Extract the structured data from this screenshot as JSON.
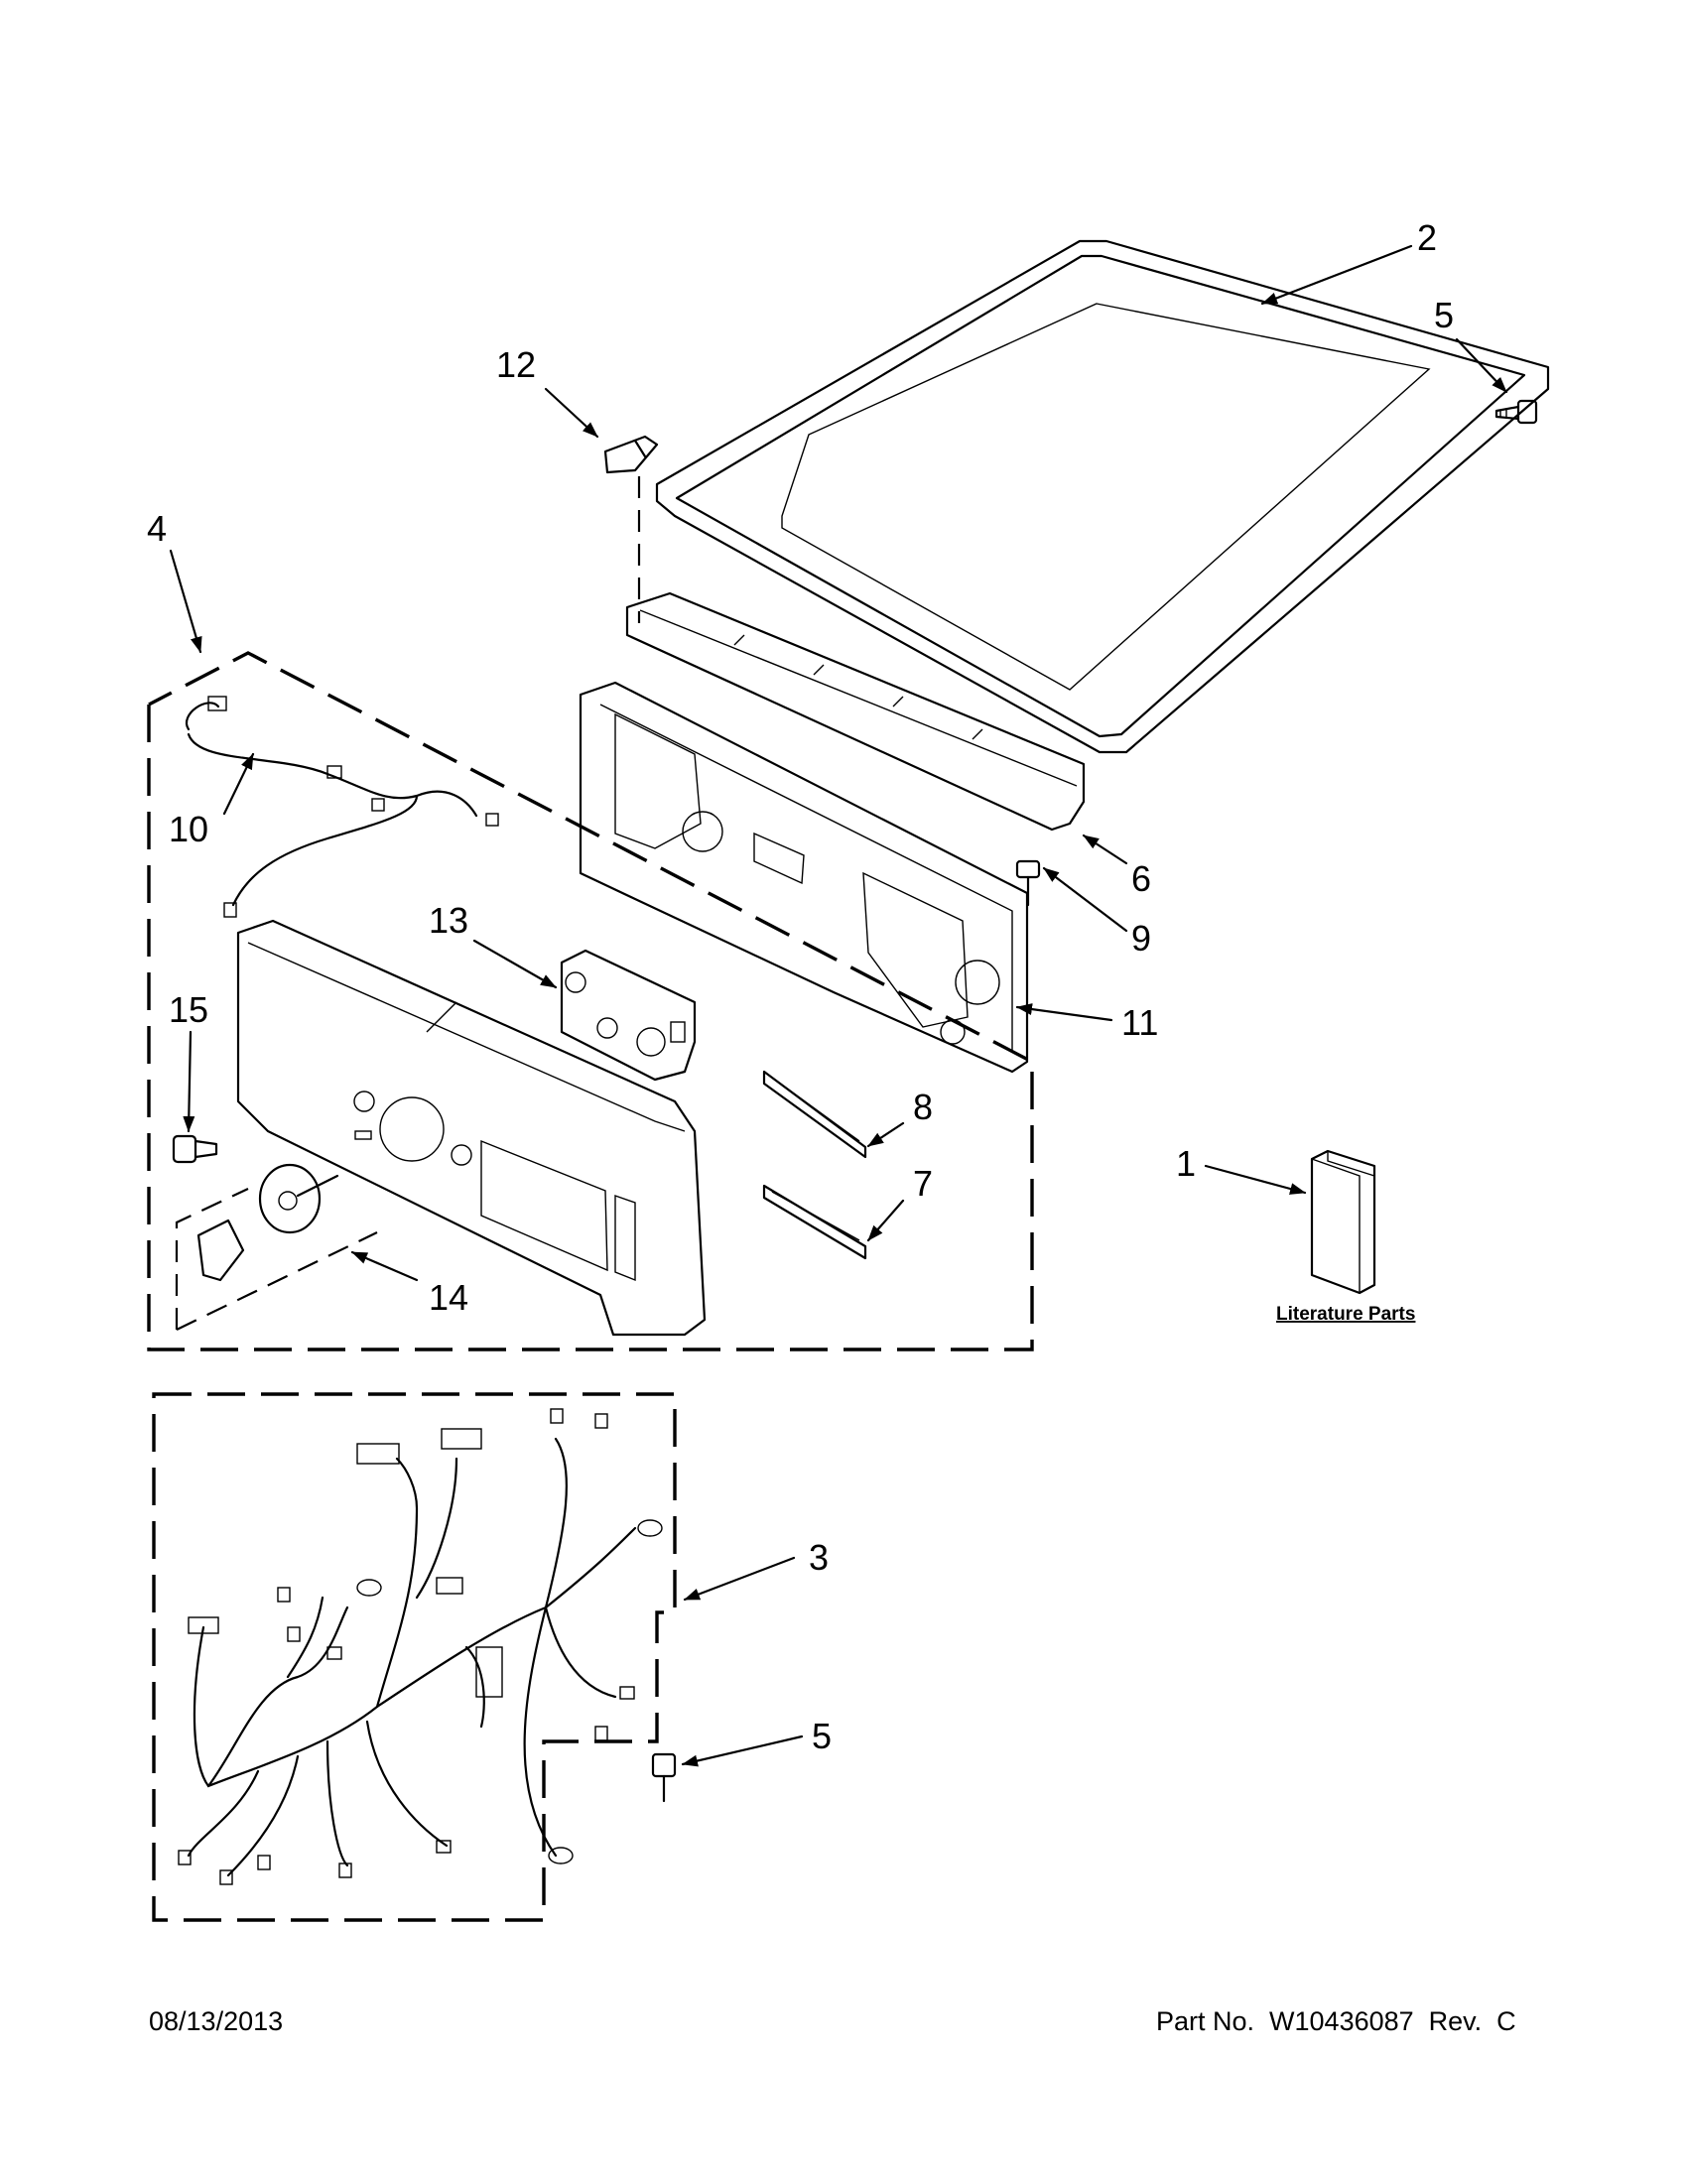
{
  "callouts": {
    "c1": "1",
    "c2": "2",
    "c3": "3",
    "c4": "4",
    "c5a": "5",
    "c5b": "5",
    "c6": "6",
    "c7": "7",
    "c8": "8",
    "c9": "9",
    "c10": "10",
    "c11": "11",
    "c12": "12",
    "c13": "13",
    "c14": "14",
    "c15": "15"
  },
  "literature_label": "Literature Parts",
  "footer": {
    "date": "08/13/2013",
    "part_no": "Part No.  W10436087  Rev.  C"
  }
}
